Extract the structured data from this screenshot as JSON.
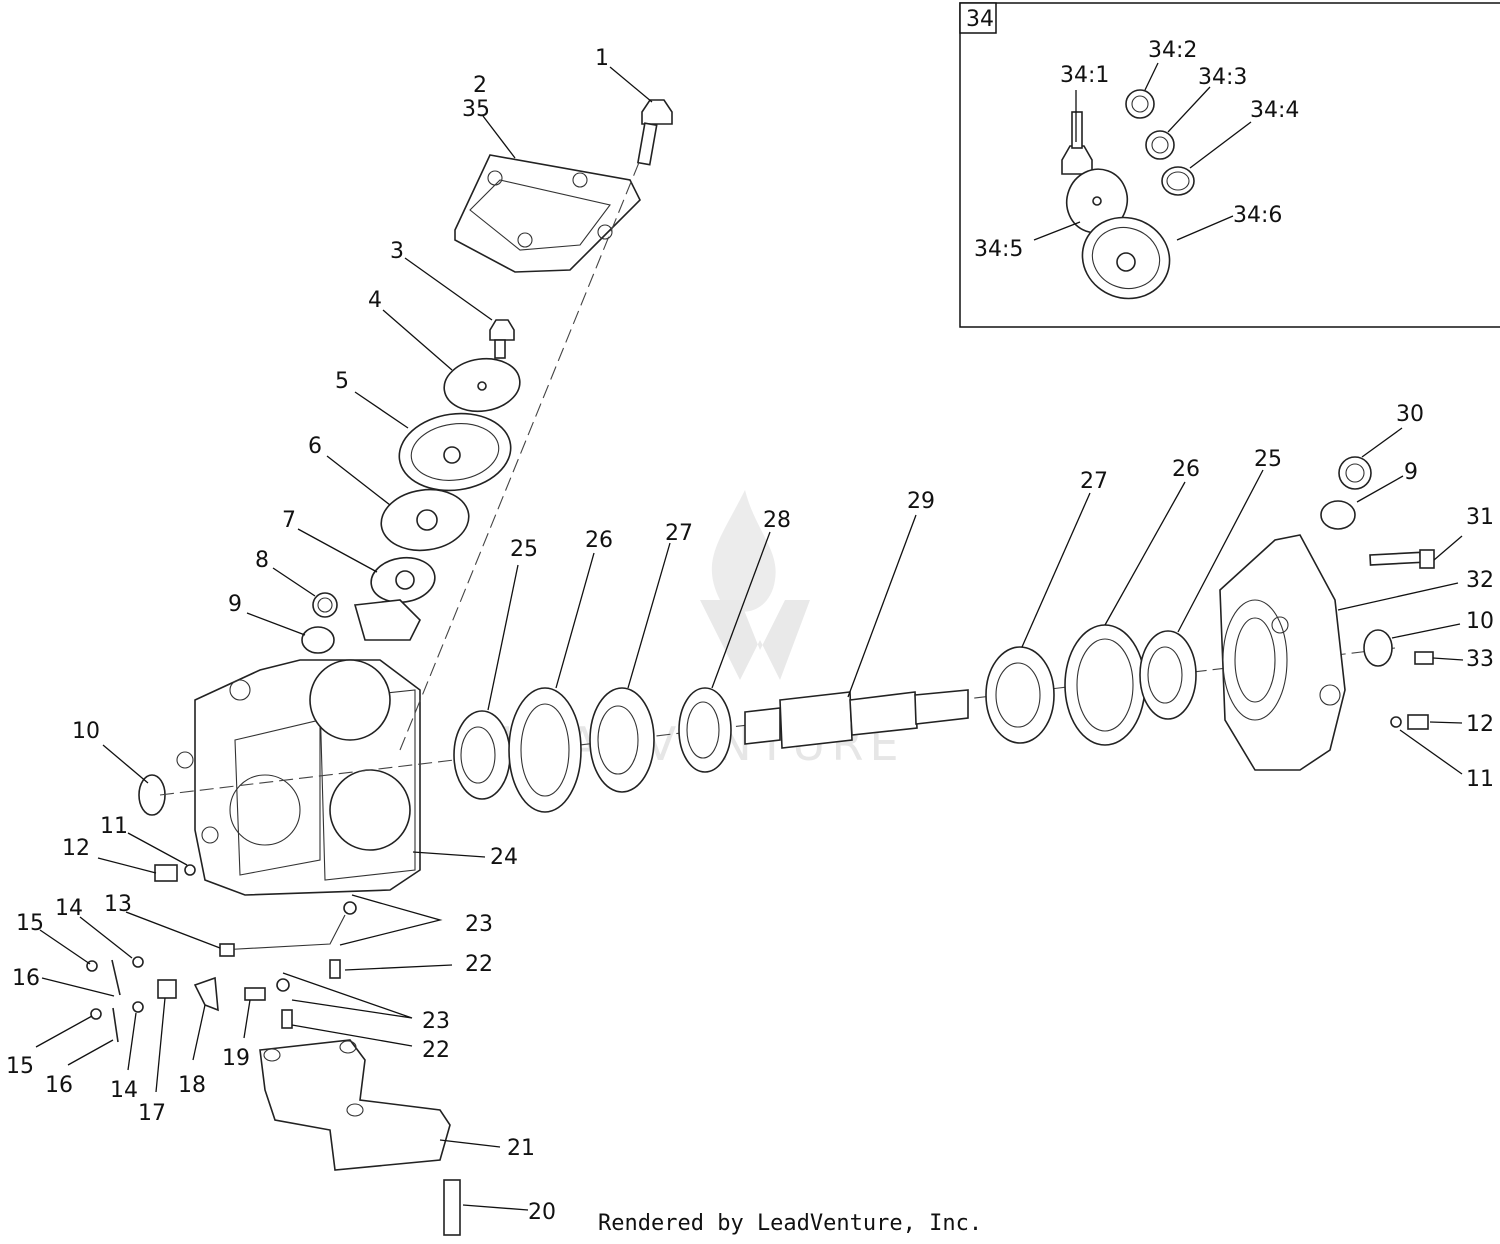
{
  "inset": {
    "title": "34"
  },
  "callouts": {
    "c1": "1",
    "c2": "2",
    "c35": "35",
    "c3": "3",
    "c4": "4",
    "c5": "5",
    "c6": "6",
    "c7": "7",
    "c8": "8",
    "c9a": "9",
    "c10a": "10",
    "c11a": "11",
    "c12a": "12",
    "c13": "13",
    "c14a": "14",
    "c15a": "15",
    "c16a": "16",
    "c15b": "15",
    "c16b": "16",
    "c14b": "14",
    "c17": "17",
    "c18": "18",
    "c19": "19",
    "c20": "20",
    "c21": "21",
    "c22a": "22",
    "c22b": "22",
    "c23a": "23",
    "c23b": "23",
    "c24": "24",
    "c25a": "25",
    "c26a": "26",
    "c27a": "27",
    "c28": "28",
    "c29": "29",
    "c27b": "27",
    "c26b": "26",
    "c25b": "25",
    "c30": "30",
    "c9b": "9",
    "c31": "31",
    "c32": "32",
    "c10b": "10",
    "c33": "33",
    "c12b": "12",
    "c11b": "11",
    "i341": "34:1",
    "i342": "34:2",
    "i343": "34:3",
    "i344": "34:4",
    "i345": "34:5",
    "i346": "34:6"
  },
  "footer": "Rendered by LeadVenture, Inc.",
  "watermark": "LEADVENTURE"
}
